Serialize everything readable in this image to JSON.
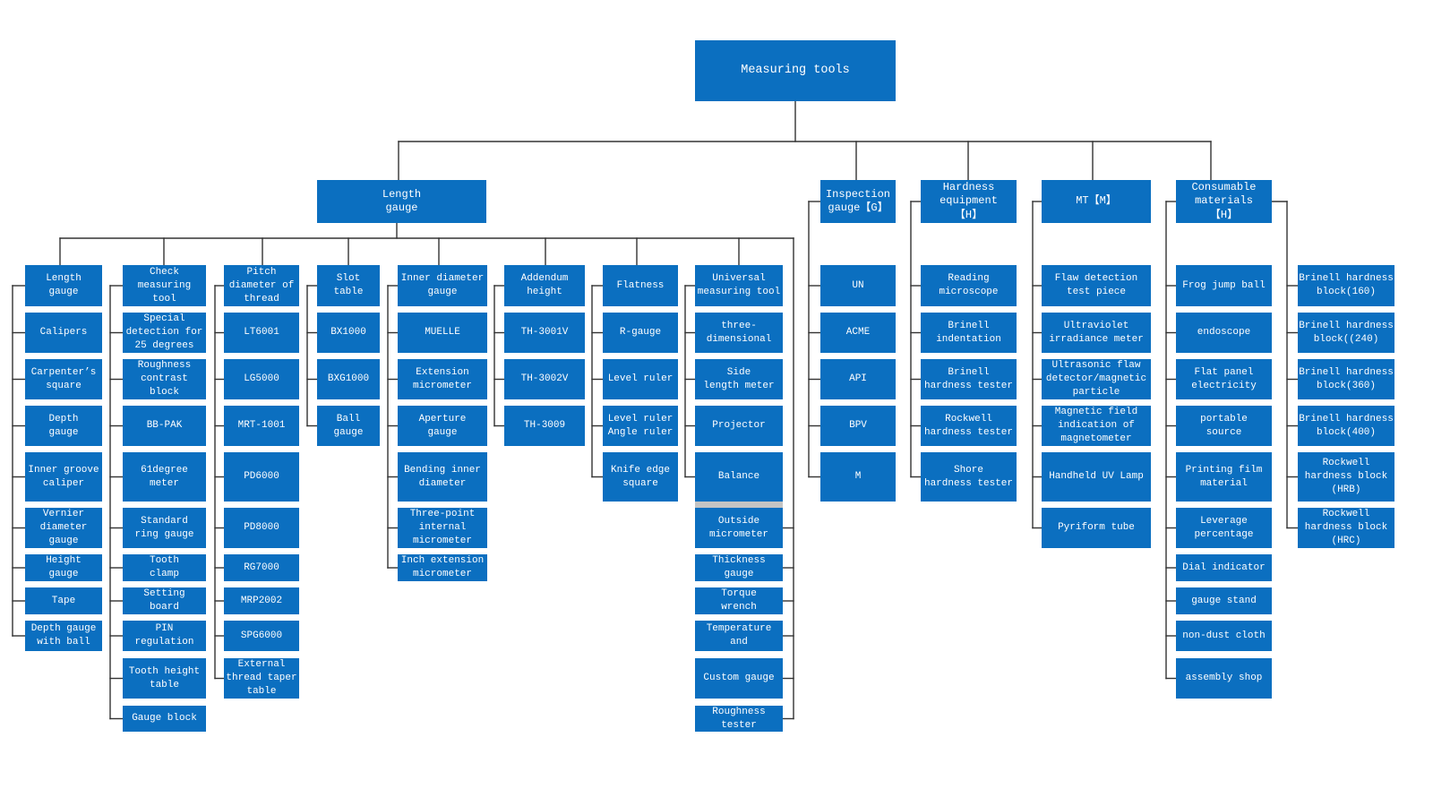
{
  "diagram": {
    "root": "Measuring tools",
    "categories": [
      {
        "label": "Length\ngauge",
        "groups": [
          {
            "label": "Length\ngauge",
            "items": [
              "Calipers",
              "Carpenter’s\nsquare",
              "Depth\ngauge",
              "Inner groove\ncaliper",
              "Vernier\ndiameter\ngauge",
              "Height\ngauge",
              "Tape",
              "Depth gauge\nwith ball"
            ]
          },
          {
            "label": "Check\nmeasuring\ntool",
            "items": [
              "Special\ndetection for\n25 degrees",
              "Roughness\ncontrast\nblock",
              "BB-PAK",
              "61degree\nmeter",
              "Standard\nring gauge",
              "Tooth\nclamp",
              "Setting\nboard",
              "PIN\nregulation",
              "Tooth height\ntable",
              "Gauge block"
            ]
          },
          {
            "label": "Pitch\ndiameter of\nthread",
            "items": [
              "LT6001",
              "LG5000",
              "MRT-1001",
              "PD6000",
              "PD8000",
              "RG7000",
              "MRP2002",
              "SPG6000",
              "External\nthread taper\ntable"
            ]
          },
          {
            "label": "Slot\ntable",
            "items": [
              "BX1000",
              "BXG1000",
              "Ball\ngauge"
            ]
          },
          {
            "label": "Inner diameter\ngauge",
            "items": [
              "MUELLE",
              "Extension\nmicrometer",
              "Aperture\ngauge",
              "Bending inner\ndiameter",
              "Three-point\ninternal\nmicrometer",
              "Inch extension\nmicrometer"
            ]
          },
          {
            "label": "Addendum\nheight",
            "items": [
              "TH-3001V",
              "TH-3002V",
              "TH-3009"
            ]
          },
          {
            "label": "Flatness",
            "items": [
              "R-gauge",
              "Level ruler",
              "Level ruler\nAngle ruler",
              "Knife edge\nsquare"
            ]
          },
          {
            "label": "Universal\nmeasuring tool",
            "items": [
              "three-\ndimensional",
              "Side\nlength meter",
              "Projector",
              "Balance"
            ],
            "items_right": [
              "Outside\nmicrometer",
              "Thickness\ngauge",
              "Torque\nwrench",
              "Temperature\nand",
              "Custom gauge",
              "Roughness\ntester"
            ]
          }
        ]
      },
      {
        "label": "Inspection\ngauge【G】",
        "items": [
          "UN",
          "ACME",
          "API",
          "BPV",
          "M"
        ]
      },
      {
        "label": "Hardness\nequipment\n【H】",
        "items": [
          "Reading\nmicroscope",
          "Brinell\nindentation",
          "Brinell\nhardness tester",
          "Rockwell\nhardness tester",
          "Shore\nhardness tester"
        ]
      },
      {
        "label": "MT【M】",
        "items": [
          "Flaw detection\ntest piece",
          "Ultraviolet\nirradiance meter",
          "Ultrasonic flaw\ndetector/magnetic\nparticle",
          "Magnetic field\nindication of\nmagnetometer",
          "Handheld UV Lamp",
          "Pyriform tube"
        ]
      },
      {
        "label": "Consumable\nmaterials\n【H】",
        "items": [
          "Frog jump ball",
          "endoscope",
          "Flat panel\nelectricity",
          "portable\nsource",
          "Printing film\nmaterial",
          "Leverage\npercentage",
          "Dial indicator",
          "gauge stand",
          "non-dust cloth",
          "assembly shop"
        ],
        "items_right": [
          "Brinell hardness\nblock(160)",
          "Brinell hardness\nblock((240)",
          "Brinell hardness\nblock(360)",
          "Brinell hardness\nblock(400)",
          "Rockwell\nhardness block\n(HRB)",
          "Rockwell\nhardness block\n(HRC)"
        ]
      }
    ]
  },
  "colors": {
    "box": "#0b6fc0",
    "text": "#ffffff",
    "line": "#333333",
    "separator": "#c4c4c4",
    "background": "#ffffff"
  }
}
